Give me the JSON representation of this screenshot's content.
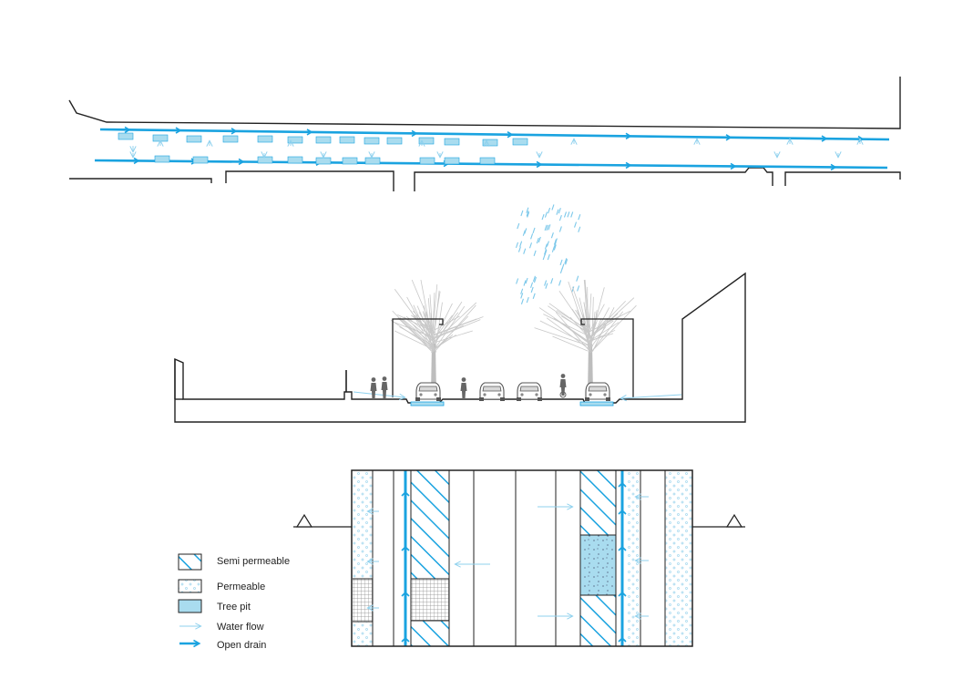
{
  "colors": {
    "drain": "#1aa3e0",
    "flow": "#8fd1ee",
    "tree_pit": "#a9dcef",
    "line": "#222222",
    "tree": "#c8c8c8",
    "figure": "#555555",
    "rain": "#7cc8ea"
  },
  "legend": {
    "items": [
      {
        "label": "Semi permeable",
        "symbol": "hatch-swatch"
      },
      {
        "label": "Permeable",
        "symbol": "dot-swatch"
      },
      {
        "label": "Tree pit",
        "symbol": "tree-pit-swatch"
      },
      {
        "label": "Water flow",
        "symbol": "thin-arrow"
      },
      {
        "label": "Open drain",
        "symbol": "bold-arrow"
      }
    ]
  },
  "icons": [
    "car-icon",
    "pedestrian-icon",
    "cyclist-icon",
    "tree-icon",
    "rain-icon",
    "section-marker-icon"
  ]
}
